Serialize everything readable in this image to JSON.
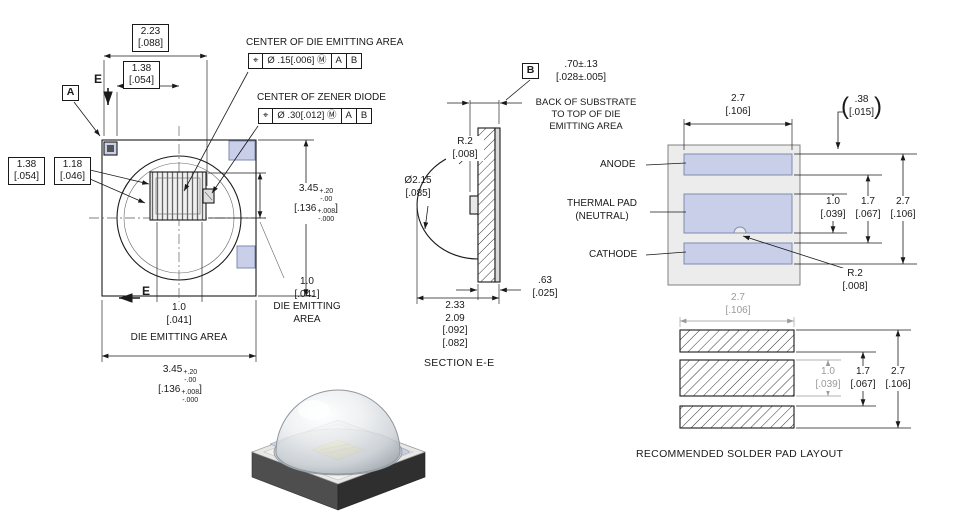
{
  "top_view": {
    "dim_2_23": {
      "mm": "2.23",
      "in": "[.088]"
    },
    "dim_1_38_top": {
      "mm": "1.38",
      "in": "[.054]"
    },
    "datum_a": "A",
    "dim_1_38_left": {
      "mm": "1.38",
      "in": "[.054]"
    },
    "dim_1_18_left": {
      "mm": "1.18",
      "in": "[.046]"
    },
    "section_mark_top": "E",
    "section_mark_bottom": "E",
    "dim_height": {
      "mm": "3.45",
      "tol_plus": "+.20",
      "tol_minus": "-.00",
      "inch": "[.136",
      "inch_tol_plus": "+.008",
      "inch_tol_minus": "-.000",
      "inch_close": "]"
    },
    "die_dim_right": {
      "mm": "1.0",
      "in": "[.041]",
      "label_line1": "DIE EMITTING",
      "label_line2": "AREA"
    },
    "die_dim_bottom": {
      "mm": "1.0",
      "in": "[.041]",
      "label": "DIE EMITTING AREA"
    },
    "dim_width": {
      "mm": "3.45",
      "tol_plus": "+.20",
      "tol_minus": "-.00",
      "inch": "[.136",
      "inch_tol_plus": "+.008",
      "inch_tol_minus": "-.000",
      "inch_close": "]"
    },
    "callout_die": {
      "label": "CENTER OF DIE EMITTING AREA",
      "fcf": {
        "symbol": "⌖",
        "tolerance": "Ø .15[.006]",
        "modifier": "Ⓜ",
        "datum_1": "A",
        "datum_2": "B"
      }
    },
    "callout_zener": {
      "label": "CENTER OF ZENER DIODE",
      "fcf": {
        "symbol": "⌖",
        "tolerance": "Ø .30[.012]",
        "modifier": "Ⓜ",
        "datum_1": "A",
        "datum_2": "B"
      }
    }
  },
  "section_view": {
    "datum_b": "B",
    "dim_70": {
      "mm": ".70±.13",
      "in": "[.028±.005]"
    },
    "note_line1": "BACK OF SUBSTRATE",
    "note_line2": "TO TOP OF DIE",
    "note_line3": "EMITTING AREA",
    "dim_r2": {
      "mm": "R.2",
      "in": "[.008]"
    },
    "dim_dia": {
      "mm": "Ø2.15",
      "in": "[.085]"
    },
    "dim_63": {
      "mm": ".63",
      "in": "[.025]"
    },
    "dim_stack": {
      "mm_max": "2.33",
      "mm_min": "2.09",
      "in_max": "[.092]",
      "in_min": "[.082]"
    },
    "title": "SECTION E-E"
  },
  "pad_view": {
    "dim_width": {
      "mm": "2.7",
      "in": "[.106]"
    },
    "dim_ref_38": {
      "open": "(",
      "mm": ".38",
      "in": "[.015]",
      "close": ")"
    },
    "label_anode": "ANODE",
    "label_thermal_line1": "THERMAL PAD",
    "label_thermal_line2": "(NEUTRAL)",
    "label_cathode": "CATHODE",
    "dim_1_0": {
      "mm": "1.0",
      "in": "[.039]"
    },
    "dim_1_7": {
      "mm": "1.7",
      "in": "[.067]"
    },
    "dim_2_7": {
      "mm": "2.7",
      "in": "[.106]"
    },
    "dim_r2": {
      "mm": "R.2",
      "in": "[.008]"
    }
  },
  "solder_view": {
    "dim_width": {
      "mm": "2.7",
      "in": "[.106]"
    },
    "dim_1_0": {
      "mm": "1.0",
      "in": "[.039]"
    },
    "dim_1_7": {
      "mm": "1.7",
      "in": "[.067]"
    },
    "dim_2_7": {
      "mm": "2.7",
      "in": "[.106]"
    },
    "caption": "RECOMMENDED SOLDER PAD LAYOUT"
  },
  "colors": {
    "pad_fill": "#c9cfe8",
    "line": "#1a1a1a",
    "reference_gray": "#9a9a9a"
  }
}
